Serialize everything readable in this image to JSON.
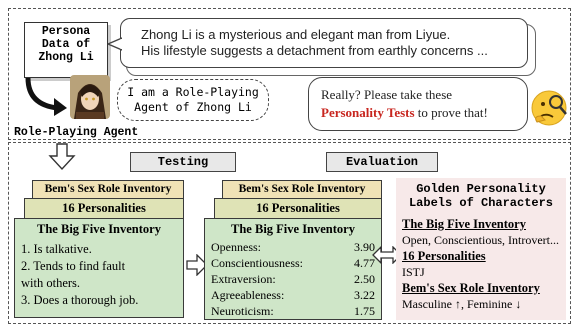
{
  "persona": {
    "box_title_lines": [
      "Persona",
      "Data of",
      "Zhong Li"
    ],
    "description_lines": [
      "Zhong Li is a mysterious and elegant man from Liyue.",
      "His lifestyle suggests a detachment from earthly concerns ..."
    ]
  },
  "agent": {
    "bubble_lines": [
      "I am a Role-Playing",
      "Agent of Zhong Li"
    ],
    "label": "Role-Playing Agent"
  },
  "challenge": {
    "line1": "Really? Please take these",
    "highlight": "Personality Tests",
    "line2_suffix": " to prove that!"
  },
  "stages": {
    "testing": "Testing",
    "evaluation": "Evaluation"
  },
  "left_stack": {
    "back_title": "Bem's Sex Role Inventory",
    "middle_title": "16 Personalities",
    "front_title": "The Big Five Inventory",
    "questions": [
      "1. Is talkative.",
      "2. Tends to find fault",
      "with others.",
      "3. Does a thorough job."
    ]
  },
  "mid_stack": {
    "back_title": "Bem's Sex Role Inventory",
    "middle_title": "16 Personalities",
    "front_title": "The Big Five Inventory",
    "scores": [
      {
        "trait": "Openness:",
        "value": "3.90"
      },
      {
        "trait": "Conscientiousness:",
        "value": "4.77"
      },
      {
        "trait": "Extraversion:",
        "value": "2.50"
      },
      {
        "trait": "Agreeableness:",
        "value": "3.22"
      },
      {
        "trait": "Neuroticism:",
        "value": "1.75"
      }
    ]
  },
  "golden": {
    "title_lines": [
      "Golden Personality",
      "Labels of Characters"
    ],
    "big_five_heading": "The Big Five Inventory",
    "big_five_value": "Open, Conscientious, Introvert...",
    "mbti_heading": "16 Personalities",
    "mbti_value": "ISTJ",
    "bem_heading": "Bem's Sex Role Inventory",
    "bem_value": "Masculine ↑, Feminine ↓"
  },
  "colors": {
    "accent_red": "#c8261f"
  }
}
